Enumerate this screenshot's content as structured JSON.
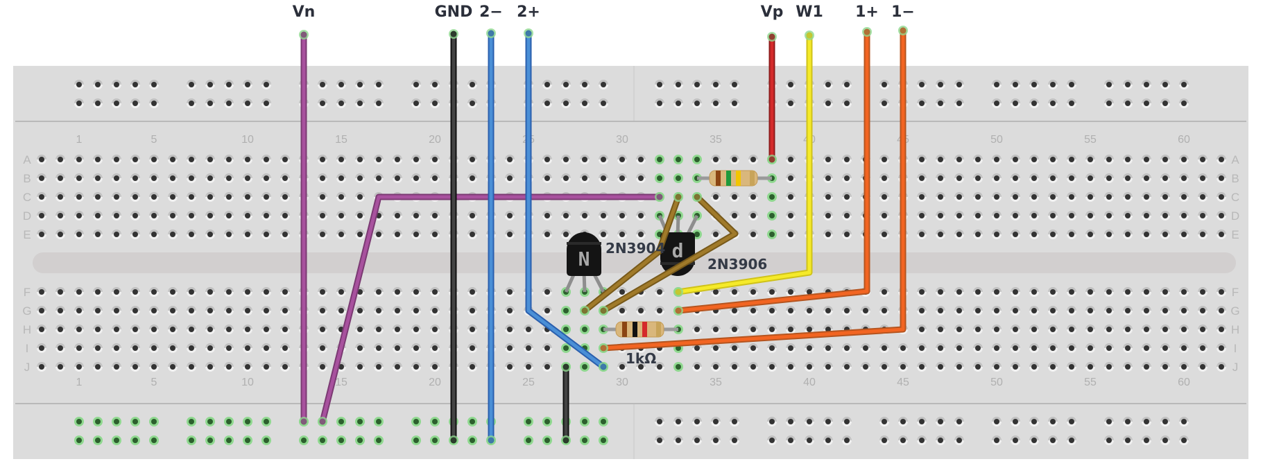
{
  "terminals": [
    {
      "id": "vn",
      "label": "Vn",
      "color": "#a8519e",
      "edge": "#7b3a73"
    },
    {
      "id": "gnd",
      "label": "GND",
      "color": "#444444",
      "edge": "#111111"
    },
    {
      "id": "neg2",
      "label": "2−",
      "color": "#4a8fd6",
      "edge": "#2a5fae"
    },
    {
      "id": "pos2",
      "label": "2+",
      "color": "#4a8fd6",
      "edge": "#2a5fae"
    },
    {
      "id": "vp",
      "label": "Vp",
      "color": "#d42b2b",
      "edge": "#8e1a1a"
    },
    {
      "id": "w1",
      "label": "W1",
      "color": "#f5ea2a",
      "edge": "#cfc21a"
    },
    {
      "id": "pos1",
      "label": "1+",
      "color": "#f26522",
      "edge": "#b5541f"
    },
    {
      "id": "neg1",
      "label": "1−",
      "color": "#f26522",
      "edge": "#b5541f"
    }
  ],
  "jumpers": [
    {
      "id": "vn-jumper",
      "color": "#a8519e",
      "edge": "#7b3a73"
    },
    {
      "id": "gnd-jumper",
      "color": "#444444",
      "edge": "#111111"
    },
    {
      "id": "brown-jumper-1",
      "color": "#a07a2a",
      "edge": "#77591a"
    },
    {
      "id": "brown-jumper-2",
      "color": "#a07a2a",
      "edge": "#77591a"
    }
  ],
  "board": {
    "column_labels": [
      "1",
      "5",
      "10",
      "15",
      "20",
      "25",
      "30",
      "35",
      "40",
      "45",
      "50",
      "55",
      "60"
    ],
    "row_labels": [
      "A",
      "B",
      "C",
      "D",
      "E",
      "F",
      "G",
      "H",
      "I",
      "J"
    ],
    "highlight_color": "#8fd88f"
  },
  "parts": {
    "q1": {
      "label": "2N3904",
      "glyph": "N"
    },
    "q2": {
      "label": "2N3906",
      "glyph": "d"
    },
    "r1": {
      "bands": [
        "#8b4513",
        "#1f9a3c",
        "#f2c500",
        "#c8a45a"
      ]
    },
    "r2": {
      "label": "1kΩ",
      "bands": [
        "#8b4513",
        "#111111",
        "#d42b2b",
        "#c8a45a"
      ]
    }
  }
}
